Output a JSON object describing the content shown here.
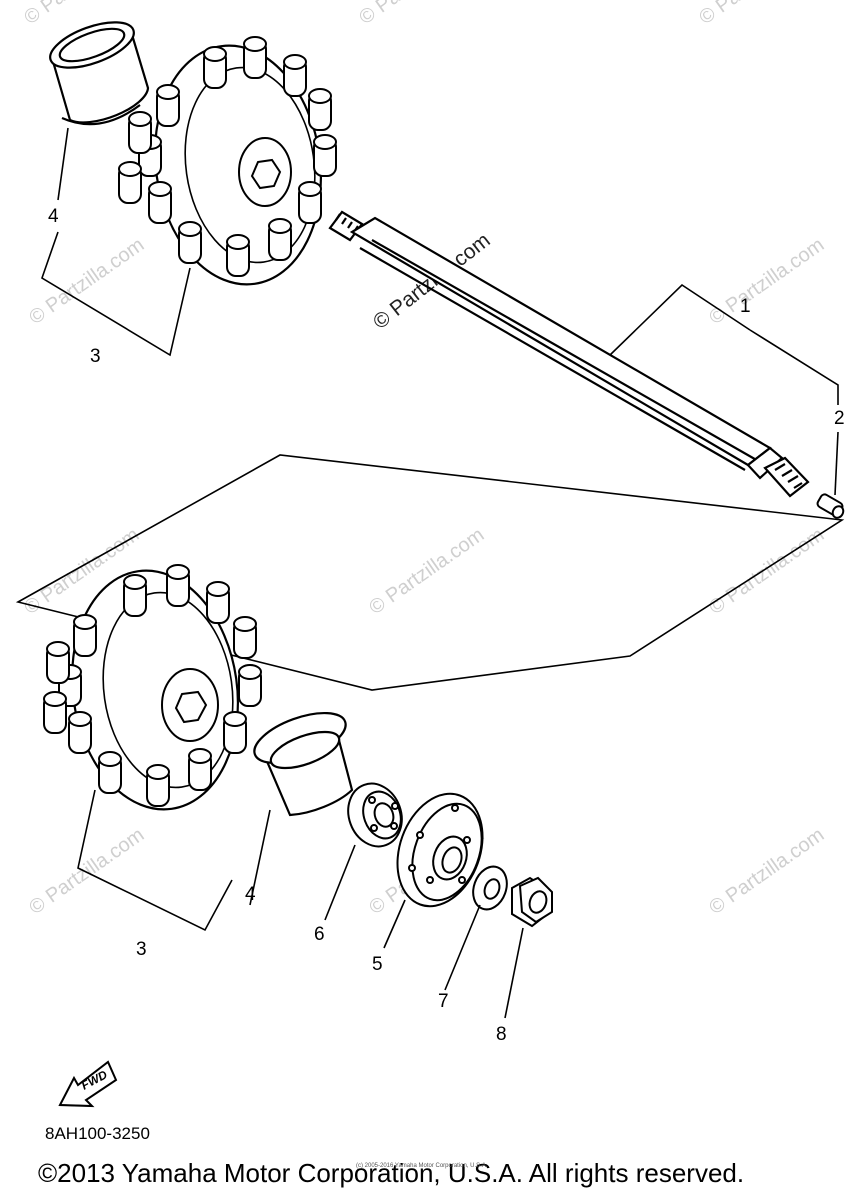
{
  "diagram": {
    "callouts": {
      "c1": "1",
      "c2": "2",
      "c3_top": "3",
      "c4_top": "4",
      "c3_bottom": "3",
      "c4_bottom": "4",
      "c5": "5",
      "c6": "6",
      "c7": "7",
      "c8": "8"
    },
    "fwd_label": "FWD",
    "part_code": "8AH100-3250"
  },
  "watermarks": {
    "main": "© Partzilla.com",
    "faint": "© Partzilla.com"
  },
  "footer": {
    "copyright": "©2013 Yamaha Motor Corporation, U.S.A. All rights reserved.",
    "small_print": "(c) 2005-2016 Yamaha Motor Corporation, U.S.A."
  }
}
